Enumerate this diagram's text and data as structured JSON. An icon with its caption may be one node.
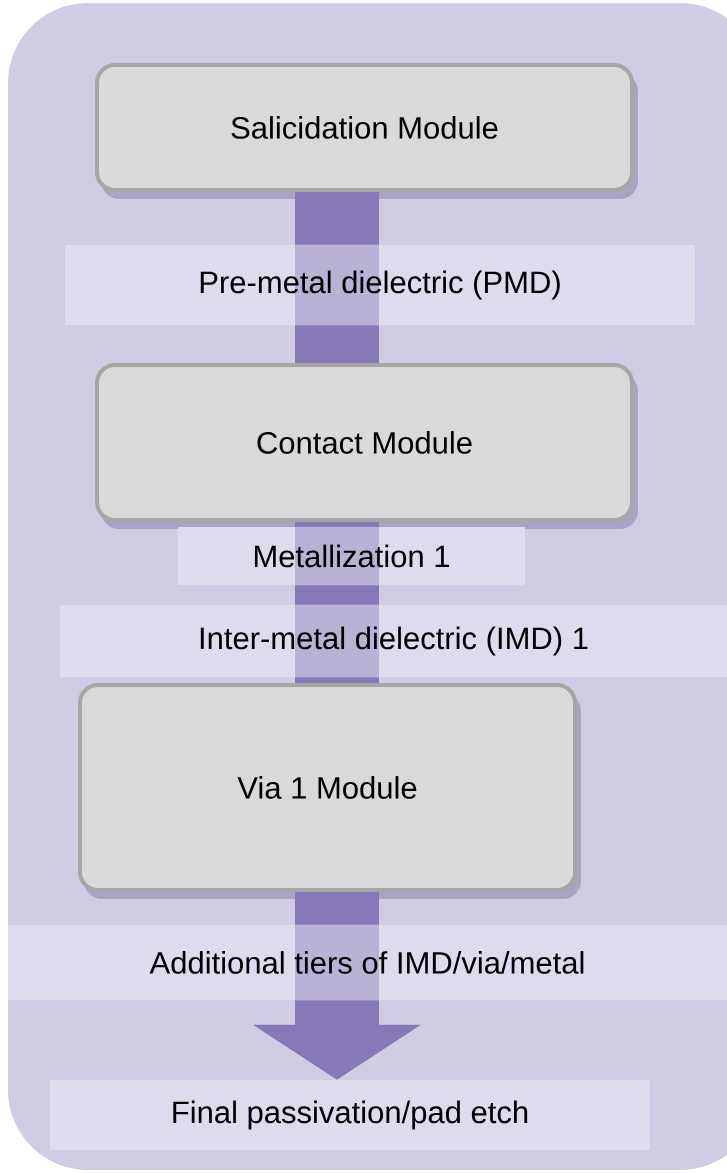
{
  "diagram": {
    "nodes": [
      {
        "text": [],
        "shape": "box"
      },
      {
        "text": [
          "Salicidation Module"
        ],
        "in": 0
      },
      {
        "text": [
          "Pre-metal dielectric (PMD)"
        ],
        "in": 0
      },
      {
        "text": [
          "Contact Module"
        ],
        "in": 0
      },
      {
        "text": [
          "Metallization 1"
        ],
        "in": 0
      },
      {
        "text": [
          "Inter-metal dielectric (IMD) 1"
        ],
        "in": 0
      },
      {
        "text": [
          "Via 1 Module"
        ],
        "in": 0
      },
      {
        "text": [
          "Additional tiers of IMD/via/metal"
        ],
        "in": 0
      },
      {
        "text": [
          "Final passivation/pad etch"
        ],
        "in": 0
      }
    ],
    "edges": [
      {
        "from": 1,
        "to": 2,
        "arrow": "none"
      },
      {
        "from": 2,
        "to": 3,
        "arrow": "none"
      },
      {
        "from": 3,
        "to": 4,
        "arrow": "none"
      },
      {
        "from": 4,
        "to": 5,
        "arrow": "none"
      },
      {
        "from": 5,
        "to": 6,
        "arrow": "none"
      },
      {
        "from": 6,
        "to": 7,
        "arrow": "none"
      },
      {
        "from": 7,
        "to": 8,
        "arrow": "to"
      }
    ]
  }
}
